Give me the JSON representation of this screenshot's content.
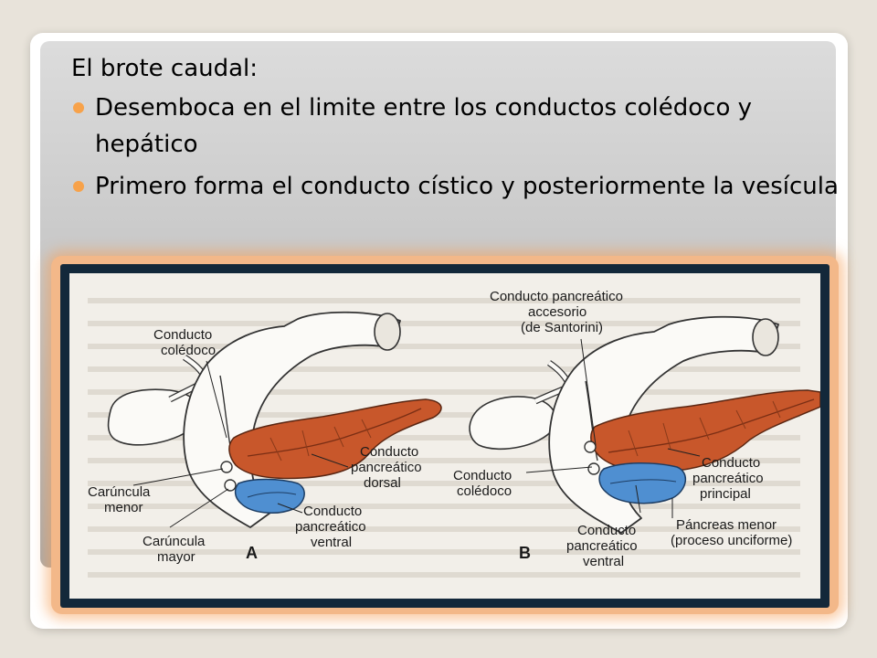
{
  "slide": {
    "heading": "El brote caudal:",
    "bullets": [
      "Desemboca en el limite entre los conductos colédoco y hepático",
      "Primero forma  el conducto cístico y posteriormente la vesícula"
    ]
  },
  "figure": {
    "panel_a": {
      "letter": "A",
      "labels": {
        "coledoco_1": "Conducto",
        "coledoco_2": "colédoco",
        "dorsal_1": "Conducto",
        "dorsal_2": "pancreático",
        "dorsal_3": "dorsal",
        "ventral_1": "Conducto",
        "ventral_2": "pancreático",
        "ventral_3": "ventral",
        "menor_1": "Carúncula",
        "menor_2": "menor",
        "mayor_1": "Carúncula",
        "mayor_2": "mayor"
      }
    },
    "panel_b": {
      "letter": "B",
      "labels": {
        "accesorio_1": "Conducto pancreático",
        "accesorio_2": "accesorio",
        "accesorio_3": "(de Santorini)",
        "coledoco_1": "Conducto",
        "coledoco_2": "colédoco",
        "principal_1": "Conducto",
        "principal_2": "pancreático",
        "principal_3": "principal",
        "ventral_1": "Conducto",
        "ventral_2": "pancreático",
        "ventral_3": "ventral",
        "menor_1": "Páncreas menor",
        "menor_2": "(proceso unciforme)"
      }
    },
    "colors": {
      "pancreas": "#c8572b",
      "ventral": "#4f8fd1",
      "outline": "#333333"
    }
  }
}
